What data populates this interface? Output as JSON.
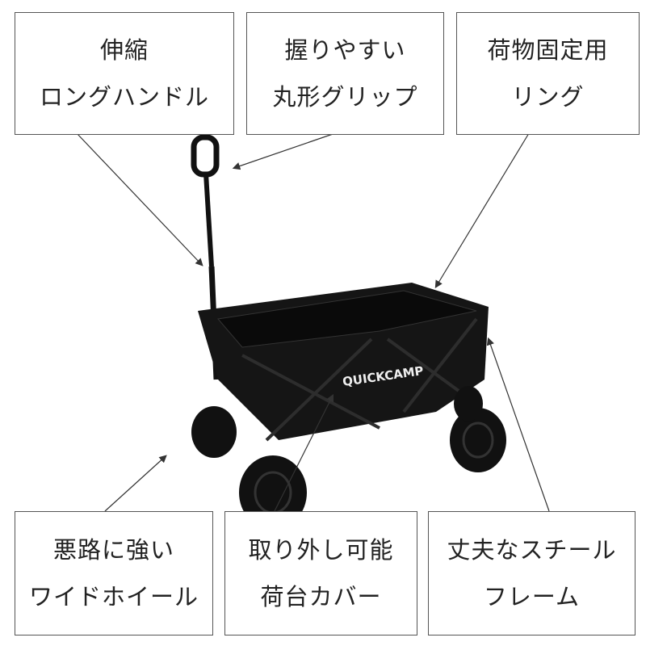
{
  "callouts": {
    "handle": [
      "伸縮",
      "ロングハンドル"
    ],
    "grip": [
      "握りやすい",
      "丸形グリップ"
    ],
    "ring": [
      "荷物固定用",
      "リング"
    ],
    "wheel": [
      "悪路に強い",
      "ワイドホイール"
    ],
    "cover": [
      "取り外し可能",
      "荷台カバー"
    ],
    "frame": [
      "丈夫なスチール",
      "フレーム"
    ]
  },
  "product": {
    "brand_logo": "QUICKCAMP"
  },
  "colors": {
    "wagon": "#111111",
    "line": "#333333"
  }
}
